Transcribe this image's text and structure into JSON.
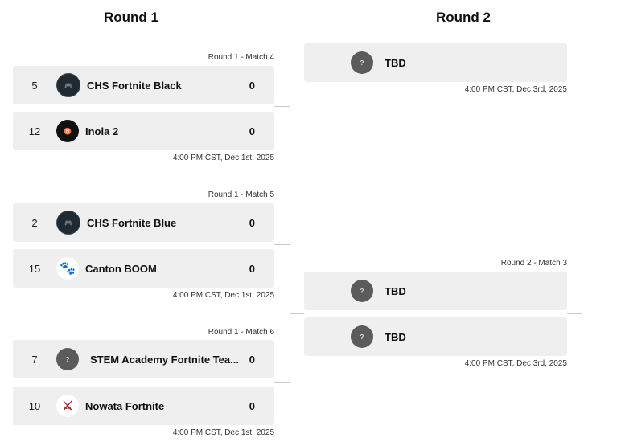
{
  "rounds": [
    "Round 1",
    "Round 2"
  ],
  "matches": {
    "r1m4": {
      "label": "Round 1 - Match 4",
      "time": "4:00 PM CST, Dec 1st, 2025",
      "teams": [
        {
          "seed": "5",
          "name": "CHS Fortnite Black",
          "score": "0",
          "logo": "controller-logo-icon"
        },
        {
          "seed": "12",
          "name": "Inola 2",
          "score": "0",
          "logo": "longhorn-logo-icon"
        }
      ]
    },
    "r1m5": {
      "label": "Round 1 - Match 5",
      "time": "4:00 PM CST, Dec 1st, 2025",
      "teams": [
        {
          "seed": "2",
          "name": "CHS Fortnite Blue",
          "score": "0",
          "logo": "controller-logo-icon"
        },
        {
          "seed": "15",
          "name": "Canton BOOM",
          "score": "0",
          "logo": "paw-logo-icon"
        }
      ]
    },
    "r1m6": {
      "label": "Round 1 - Match 6",
      "time": "4:00 PM CST, Dec 1st, 2025",
      "teams": [
        {
          "seed": "7",
          "name": "STEM Academy Fortnite Tea...",
          "score": "0",
          "logo": "placeholder-logo-icon"
        },
        {
          "seed": "10",
          "name": "Nowata Fortnite",
          "score": "0",
          "logo": "warrior-logo-icon"
        }
      ]
    },
    "r2m_top": {
      "label": "",
      "time": "4:00 PM CST, Dec 3rd, 2025",
      "teams": [
        {
          "name": "TBD",
          "logo": "placeholder-logo-icon"
        }
      ]
    },
    "r2m3": {
      "label": "Round 2 - Match 3",
      "time": "4:00 PM CST, Dec 3rd, 2025",
      "teams": [
        {
          "name": "TBD",
          "logo": "placeholder-logo-icon"
        },
        {
          "name": "TBD",
          "logo": "placeholder-logo-icon"
        }
      ]
    }
  }
}
